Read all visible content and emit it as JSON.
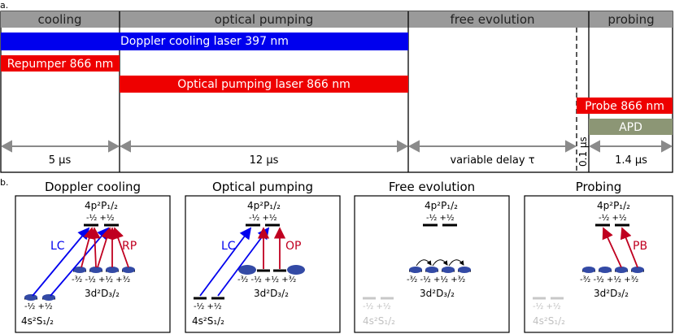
{
  "panel_a": {
    "label": "a.",
    "phases": [
      "cooling",
      "optical pumping",
      "free evolution",
      "probing"
    ],
    "pulses": {
      "doppler": "Doppler cooling laser 397 nm",
      "repumper": "Repumper 866 nm",
      "optical_pumping": "Optical pumping laser 866 nm",
      "probe": "Probe 866 nm",
      "apd": "APD"
    },
    "durations": [
      "5 µs",
      "12 µs",
      "variable delay τ",
      "1.4 µs"
    ],
    "gap_duration": "0.1 µs",
    "colors": {
      "blue": "#0000ee",
      "red": "#ee0000",
      "grey": "#9a9a9a",
      "apd": "#8c9675"
    }
  },
  "panel_b": {
    "label": "b.",
    "boxes": [
      {
        "title": "Doppler cooling",
        "p_level": "4p²P₁/₂",
        "p_sub": "-½ +½",
        "d_subs": "-³⁄₂ -½ +½ +³⁄₂",
        "d_level": "3d²D₃/₂",
        "s_subs": "-½ +½",
        "s_level": "4s²S₁/₂",
        "arrow1": "LC",
        "arrow2": "RP"
      },
      {
        "title": "Optical pumping",
        "p_level": "4p²P₁/₂",
        "p_sub": "-½ +½",
        "d_subs": "-³⁄₂ -½ +½ +³⁄₂",
        "d_level": "3d²D₃/₂",
        "s_subs": "-½ +½",
        "s_level": "4s²S₁/₂",
        "arrow1": "LC",
        "arrow2": "OP"
      },
      {
        "title": "Free evolution",
        "p_level": "4p²P₁/₂",
        "p_sub": "-½ +½",
        "d_subs": "-³⁄₂ -½ +½ +³⁄₂",
        "d_level": "3d²D₃/₂",
        "s_subs": "-½ +½",
        "s_level": "4s²S₁/₂"
      },
      {
        "title": "Probing",
        "p_level": "4p²P₁/₂",
        "p_sub": "-½ +½",
        "d_subs": "-³⁄₂ -½ +½ +³⁄₂",
        "d_level": "3d²D₃/₂",
        "s_subs": "-½ +½",
        "s_level": "4s²S₁/₂",
        "arrow2": "PB"
      }
    ]
  }
}
